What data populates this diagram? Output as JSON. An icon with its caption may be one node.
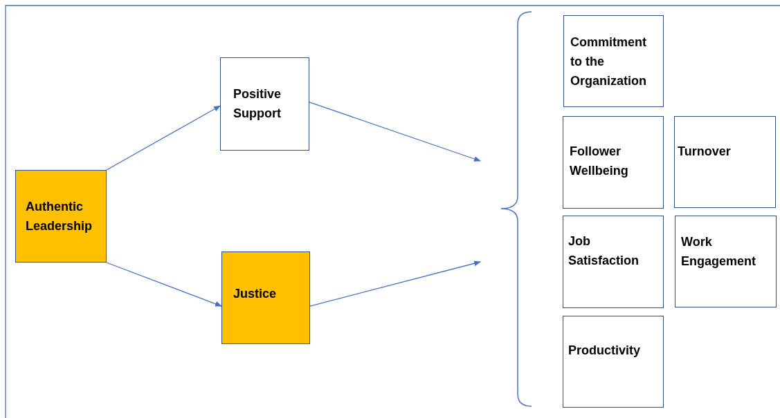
{
  "diagram": {
    "nodes": [
      {
        "text": [
          "Authentic Leadership"
        ]
      },
      {
        "text": [
          "Positive Support"
        ]
      },
      {
        "text": [
          "Justice"
        ]
      },
      {
        "text": [
          "Commitment to the Organization"
        ]
      },
      {
        "text": [
          "Follower Wellbeing"
        ]
      },
      {
        "text": [
          "Turnover"
        ]
      },
      {
        "text": [
          "Job Satisfaction"
        ]
      },
      {
        "text": [
          "Work Engagement"
        ]
      },
      {
        "text": [
          "Productivity"
        ]
      }
    ],
    "edges": [
      {
        "from": 0,
        "to": 1,
        "arrow": "to"
      },
      {
        "from": 0,
        "to": 2,
        "arrow": "to"
      },
      {
        "from": 1,
        "to": null,
        "arrow": "to"
      },
      {
        "from": 2,
        "to": null,
        "arrow": "to"
      }
    ]
  }
}
